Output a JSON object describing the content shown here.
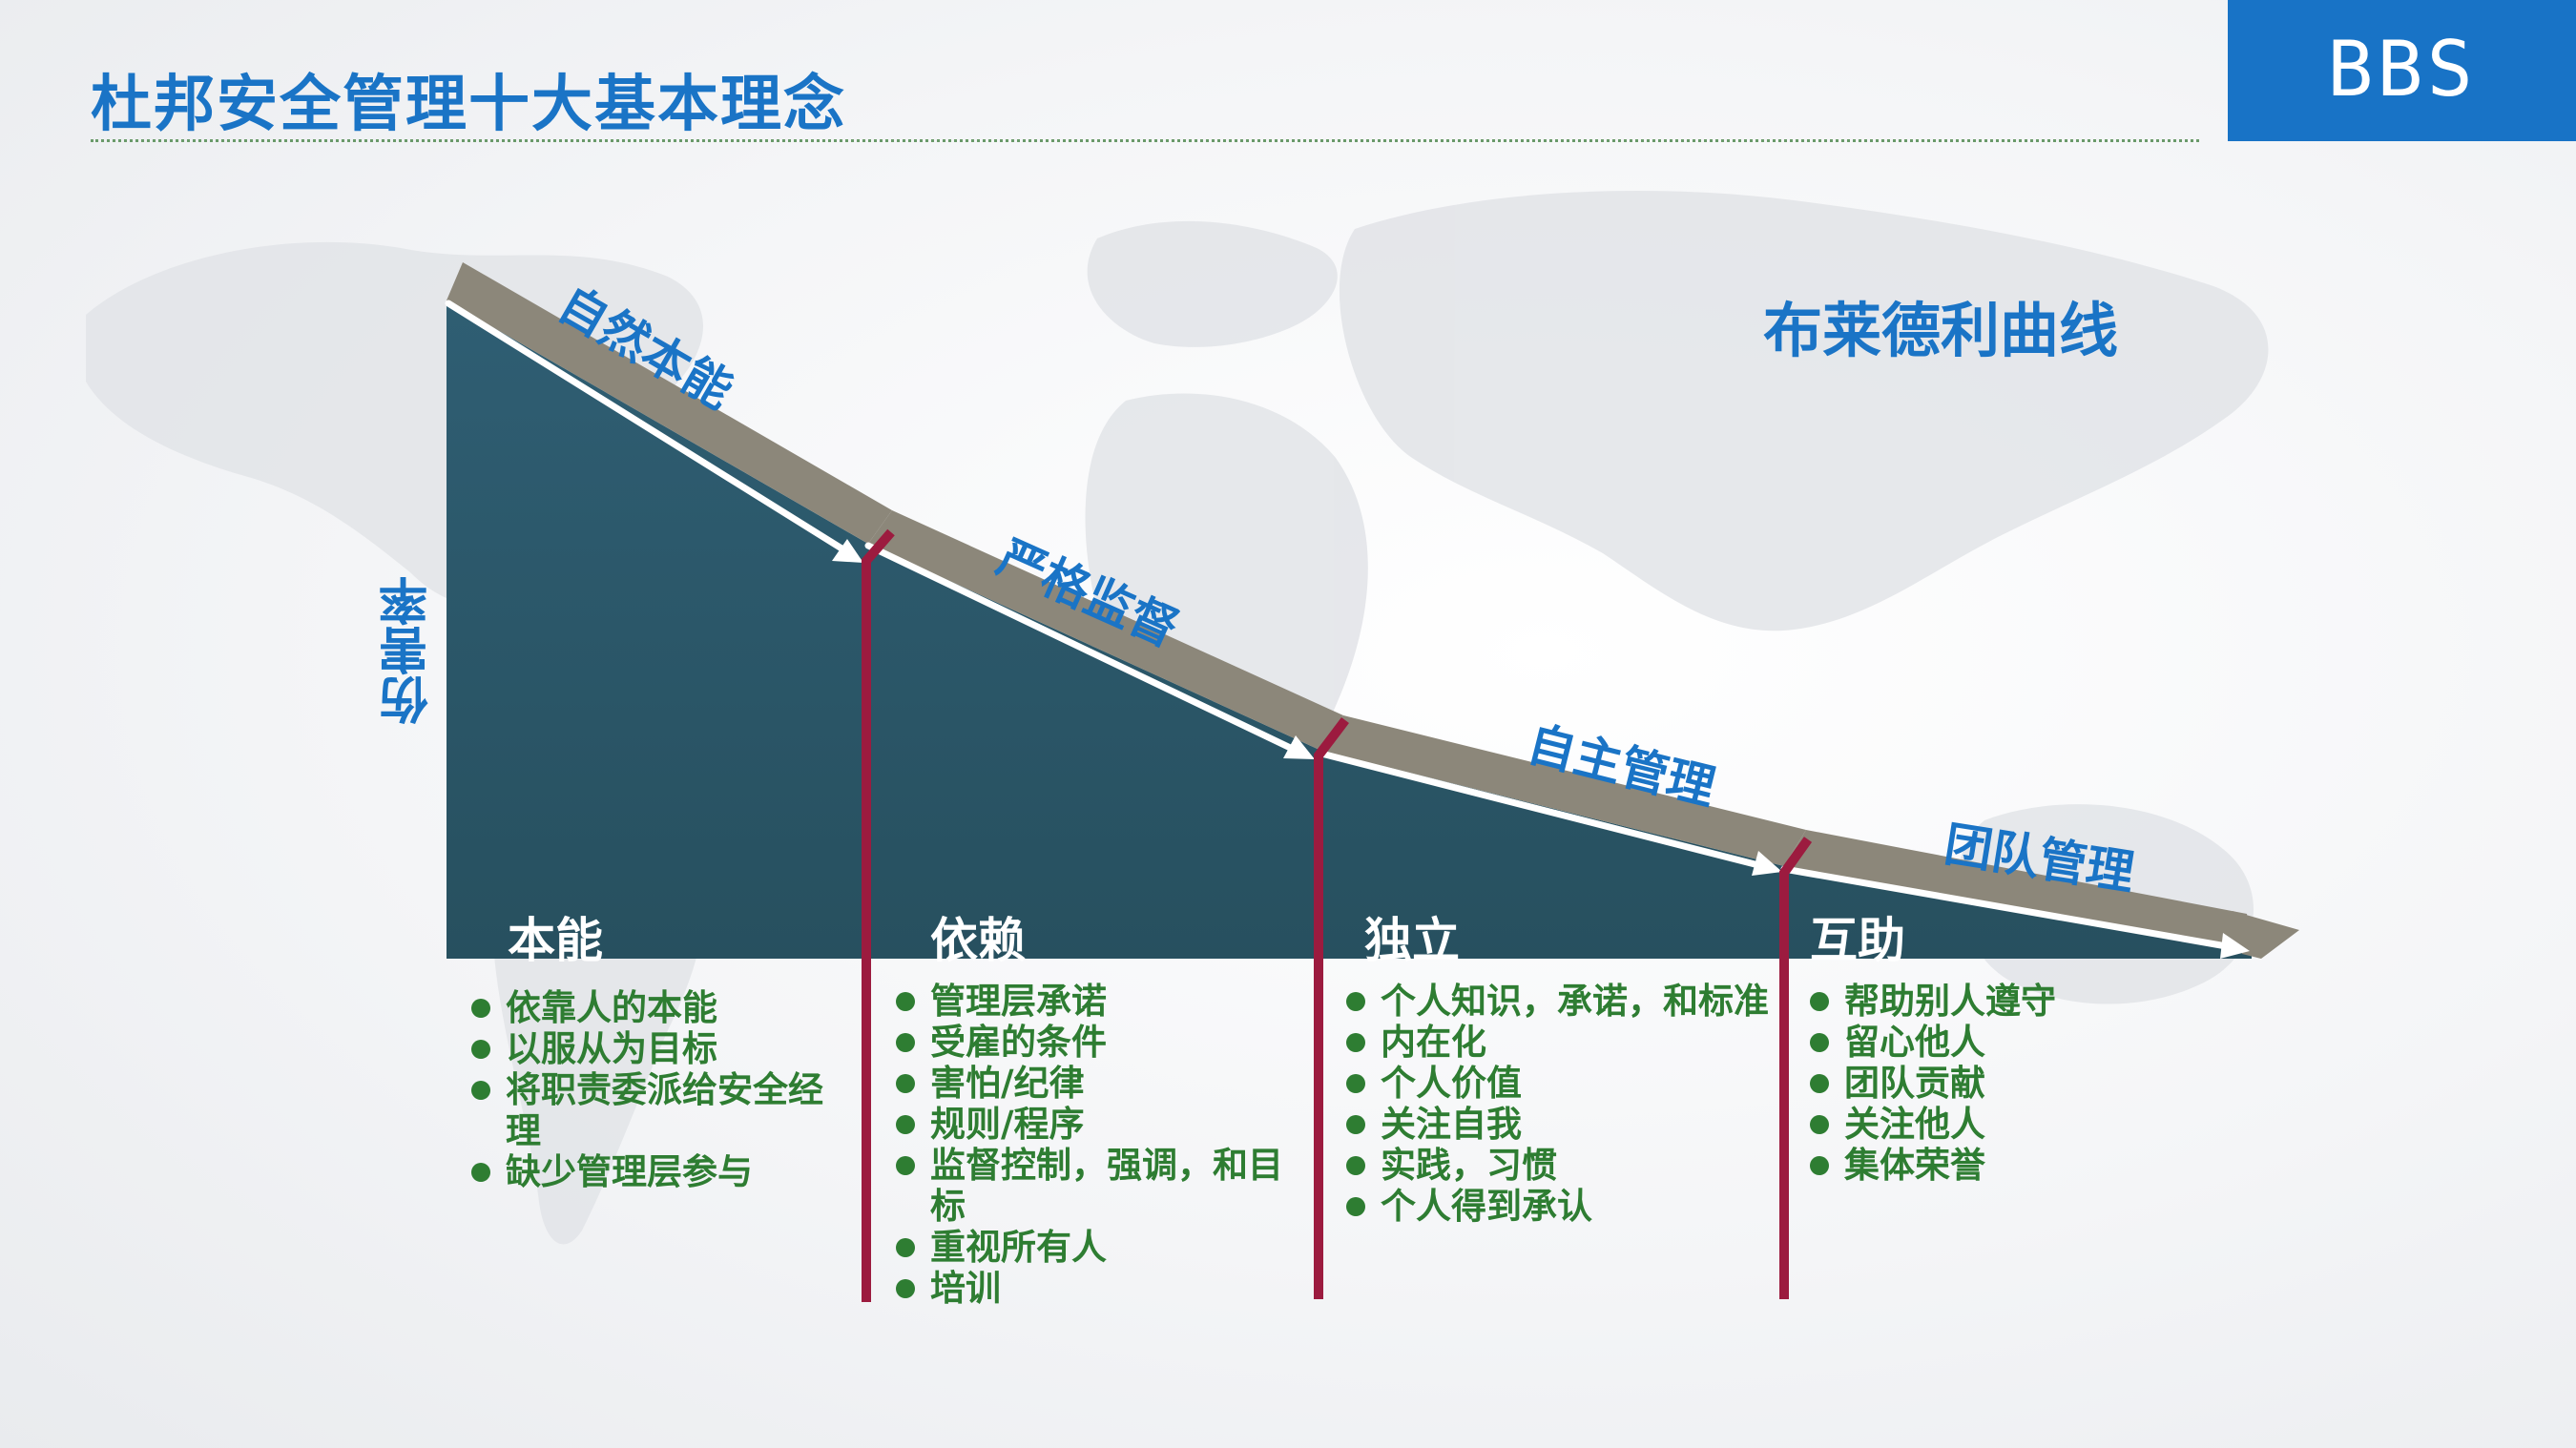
{
  "header": {
    "title": "杜邦安全管理十大基本理念",
    "brand": "BBS"
  },
  "diagram": {
    "curve_title": "布莱德利曲线",
    "y_label": "伤害率",
    "arrow_labels": [
      "自然本能",
      "严格监督",
      "自主管理",
      "团队管理"
    ],
    "stages": [
      {
        "name": "本能",
        "items": [
          "依靠人的本能",
          "以服从为目标",
          "将职责委派给安全经理",
          "缺少管理层参与"
        ]
      },
      {
        "name": "依赖",
        "items": [
          "管理层承诺",
          "受雇的条件",
          "害怕/纪律",
          "规则/程序",
          "监督控制，强调，和目标",
          "重视所有人",
          "培训"
        ]
      },
      {
        "name": "独立",
        "items": [
          "个人知识，承诺，和标准",
          "内在化",
          "个人价值",
          "关注自我",
          "实践，习惯",
          "个人得到承认"
        ]
      },
      {
        "name": "互助",
        "items": [
          "帮助别人遵守",
          "留心他人",
          "团队贡献",
          "关注他人",
          "集体荣誉"
        ]
      }
    ]
  },
  "colors": {
    "title_blue": "#1a74c6",
    "brand_blue": "#1873c6",
    "area_fill": "#2d5a6e",
    "arrow_band": "#8c877a",
    "divider": "#9c1b3f",
    "bullet_green": "#2e7d32"
  }
}
